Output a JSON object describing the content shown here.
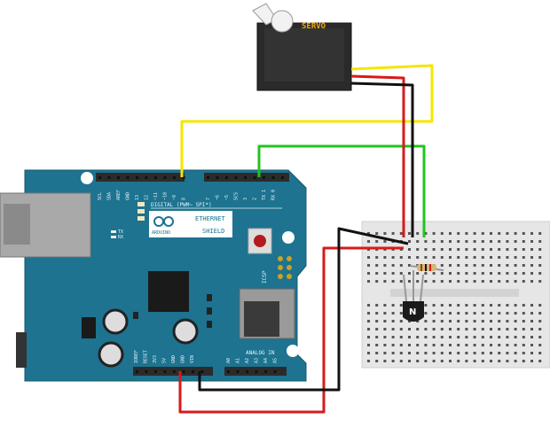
{
  "servo": {
    "label": "SERVO",
    "label_color": "#f2a900"
  },
  "shield": {
    "brand": "ARDUINO",
    "title_line1": "ETHERNET",
    "title_line2": "SHIELD",
    "digital_header": "DIGITAL (PWM~ SPI*)",
    "analog_header": "ANALOG IN",
    "icsp": "ICSP",
    "digital_pins": [
      "SCL",
      "SDA",
      "AREF",
      "GND",
      "13",
      "12",
      "~11",
      "~10",
      "~9",
      "8",
      "7",
      "~6",
      "~5",
      "SCS",
      "3",
      "2",
      "TX 1",
      "RX 0"
    ],
    "power_pins": [
      "IOREF",
      "RESET",
      "3V3",
      "5V",
      "GND",
      "GND",
      "VIN"
    ],
    "analog_pins": [
      "A0",
      "A1",
      "A2",
      "A3",
      "A4",
      "A5"
    ],
    "led_labels": [
      "TX",
      "RX"
    ],
    "board_color": "#1d7390"
  },
  "transistor": {
    "label": "N"
  },
  "wires": {
    "signal": "#f5e600",
    "input": "#22c41e",
    "power": "#d81a1a",
    "ground": "#111111"
  }
}
